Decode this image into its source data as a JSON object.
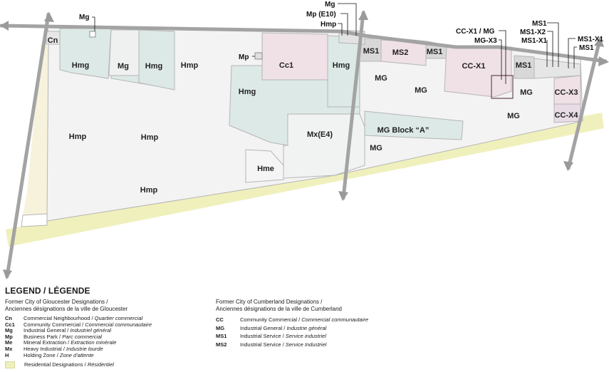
{
  "map": {
    "zones": [
      {
        "id": "cn",
        "label": "Cn"
      },
      {
        "id": "hmg-a",
        "label": "Hmg"
      },
      {
        "id": "mg-a",
        "label": "Mg"
      },
      {
        "id": "hmg-b",
        "label": "Hmg"
      },
      {
        "id": "hmp-a",
        "label": "Hmp"
      },
      {
        "id": "cc1",
        "label": "Cc1"
      },
      {
        "id": "hmg-c",
        "label": "Hmg"
      },
      {
        "id": "hmg-d",
        "label": "Hmg"
      },
      {
        "id": "hmp-b",
        "label": "Hmp"
      },
      {
        "id": "hmp-c",
        "label": "Hmp"
      },
      {
        "id": "mx-e4",
        "label": "Mx(E4)"
      },
      {
        "id": "hme",
        "label": "Hme"
      },
      {
        "id": "hmp-d",
        "label": "Hmp"
      },
      {
        "id": "ms1-a",
        "label": "MS1"
      },
      {
        "id": "ms2",
        "label": "MS2"
      },
      {
        "id": "ms1-b",
        "label": "MS1"
      },
      {
        "id": "cc-x1",
        "label": "CC-X1"
      },
      {
        "id": "ms1-c",
        "label": "MS1"
      },
      {
        "id": "mg-b",
        "label": "MG"
      },
      {
        "id": "mg-c",
        "label": "MG"
      },
      {
        "id": "mg-d",
        "label": "MG"
      },
      {
        "id": "mg-e",
        "label": "MG"
      },
      {
        "id": "mg-block-a",
        "label": "MG Block “A”"
      },
      {
        "id": "mg-f",
        "label": "MG"
      },
      {
        "id": "cc-x3",
        "label": "CC-X3"
      },
      {
        "id": "cc-x4",
        "label": "CC-X4"
      }
    ],
    "callouts": [
      {
        "id": "mg-top",
        "label": "Mg"
      },
      {
        "id": "mp-left",
        "label": "Mp"
      },
      {
        "id": "mg-right",
        "label": "Mg"
      },
      {
        "id": "mp-e10",
        "label": "Mp (E10)"
      },
      {
        "id": "hmp-small",
        "label": "Hmp"
      },
      {
        "id": "cc-x1-mg",
        "label": "CC-X1 / MG"
      },
      {
        "id": "mg-x3",
        "label": "MG-X3"
      },
      {
        "id": "ms1-1",
        "label": "MS1"
      },
      {
        "id": "ms1-x2",
        "label": "MS1-X2"
      },
      {
        "id": "ms1-x1-a",
        "label": "MS1-X1"
      },
      {
        "id": "ms1-x1-b",
        "label": "MS1-X1"
      },
      {
        "id": "ms1-2",
        "label": "MS1"
      }
    ],
    "colors": {
      "road": "#a3a3a3",
      "residential": "#f0f0bd",
      "holding": "#f3f3f3",
      "general_industrial": "#dce9e7",
      "commercial": "#efe1e6",
      "service_industrial": "#d8d8d8",
      "zone_border": "#b5b5b5"
    }
  },
  "legend": {
    "title": "LEGEND / LÉGENDE",
    "gloucester": {
      "heading": "Former City of Gloucester Designations /",
      "heading_fr": "Anciennes désignations de la ville de Gloucester",
      "items": [
        {
          "code": "Cn",
          "en": "Commercial Neighbourhood / ",
          "fr": "Quartier commercial"
        },
        {
          "code": "Cc1",
          "en": "Community Commercial / ",
          "fr": "Commercial communautaire"
        },
        {
          "code": "Mg",
          "en": "Industrial General / ",
          "fr": "Industriel général"
        },
        {
          "code": "Mp",
          "en": "Business Park / ",
          "fr": "Parc commercial"
        },
        {
          "code": "Me",
          "en": "Mineral Extraction / ",
          "fr": "Extraction minérale"
        },
        {
          "code": "Mx",
          "en": "Heavy Industrial / ",
          "fr": "Industrie lourde"
        },
        {
          "code": "H",
          "en": "Holding Zone / ",
          "fr": "Zone d'attente"
        }
      ],
      "residential": {
        "en": "Residential Designations / ",
        "fr": "Résidentiel"
      }
    },
    "cumberland": {
      "heading": "Former City of Cumberland Designations /",
      "heading_fr": "Anciennes désignations de la ville de Cumberland",
      "items": [
        {
          "code": "CC",
          "en": "Community Commercial / ",
          "fr": "Commercial communautaire"
        },
        {
          "code": "MG",
          "en": "Industrial General / ",
          "fr": "Industrie général"
        },
        {
          "code": "MS1",
          "en": "Industrial Service / ",
          "fr": "Service industriel"
        },
        {
          "code": "MS2",
          "en": "Industrial Service / ",
          "fr": "Service Industriel"
        }
      ]
    }
  }
}
